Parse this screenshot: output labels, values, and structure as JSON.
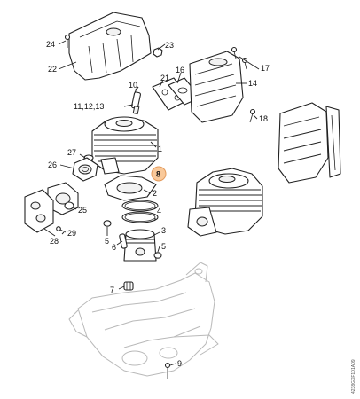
{
  "callouts": {
    "c24": "24",
    "c22": "22",
    "c23": "23",
    "c21": "21",
    "c16": "16",
    "c17": "17",
    "c14": "14",
    "c10": "10",
    "c11": "11,12,13",
    "c18": "18",
    "c1": "1",
    "c27": "27",
    "c26": "26",
    "c8": "8",
    "c2": "2",
    "c25": "25",
    "c4": "4",
    "c28": "28",
    "c29": "29",
    "c3": "3",
    "c5": "5",
    "c6": "6",
    "c5b": "5",
    "c7": "7",
    "c9": "9"
  },
  "highlight": {
    "label": "8",
    "color": "#f9c99a"
  },
  "document_id": "4238GXF101A09"
}
